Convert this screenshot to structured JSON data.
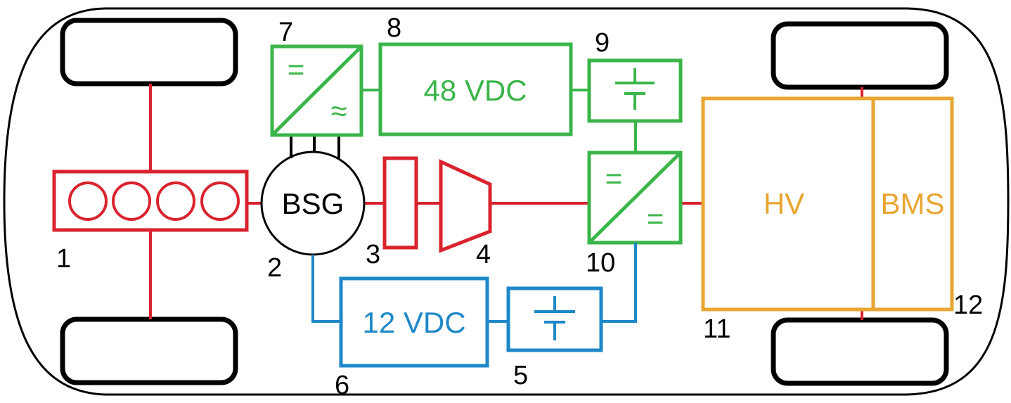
{
  "colors": {
    "outline": "#000000",
    "drivetrain": "#d9232e",
    "v48": "#3ab54a",
    "v12": "#1e88c8",
    "hv": "#e8a531"
  },
  "blocks": {
    "bsg": "BSG",
    "v48": "48 VDC",
    "v12": "12 VDC",
    "hv": "HV",
    "bms": "BMS"
  },
  "converter_symbols": {
    "dc": "=",
    "ac": "≈"
  },
  "numbers": {
    "n1": "1",
    "n2": "2",
    "n3": "3",
    "n4": "4",
    "n5": "5",
    "n6": "6",
    "n7": "7",
    "n8": "8",
    "n9": "9",
    "n10": "10",
    "n11": "11",
    "n12": "12"
  }
}
